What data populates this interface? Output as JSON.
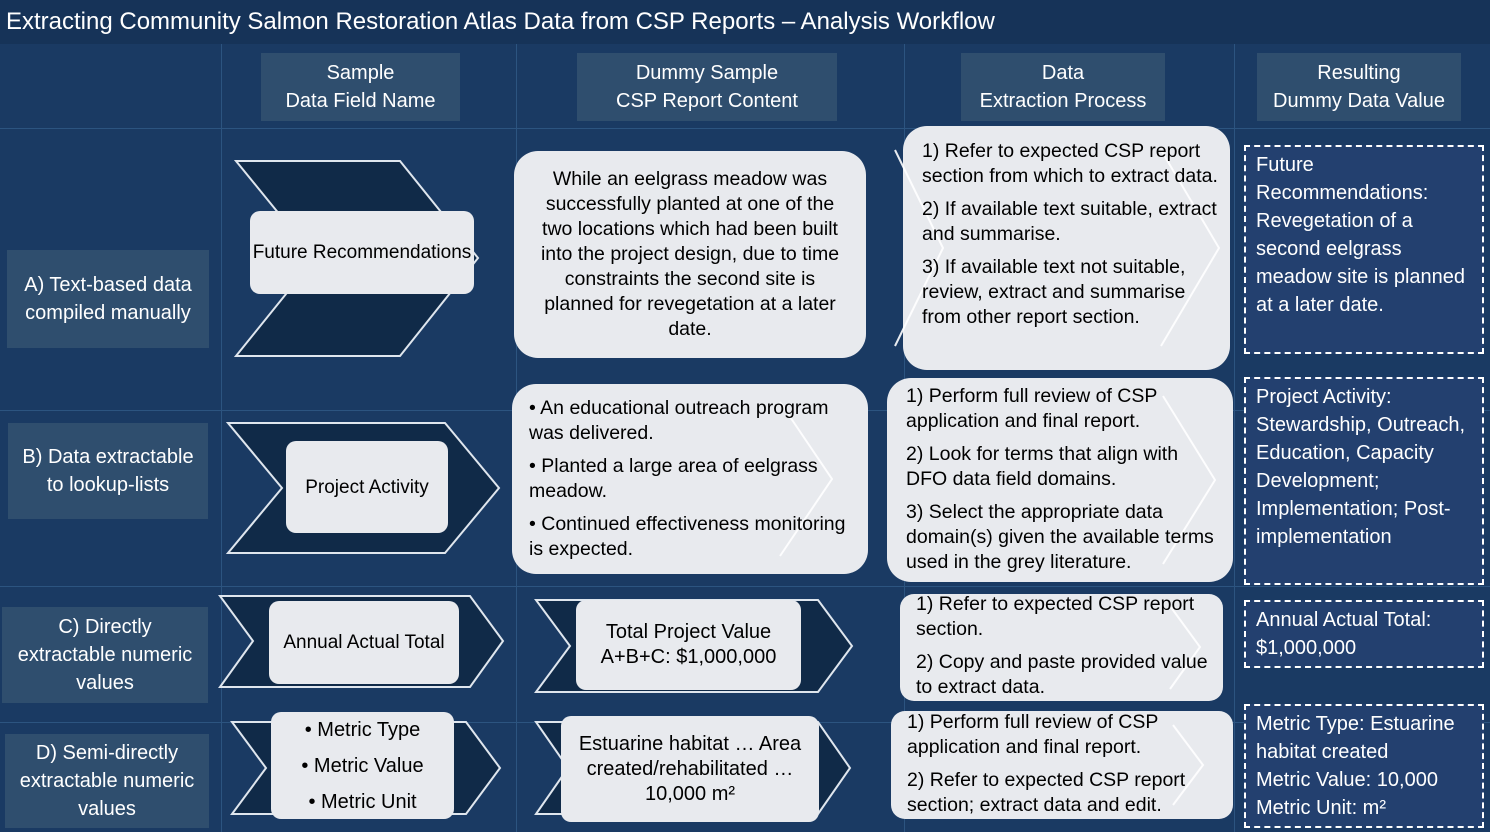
{
  "title": "Extracting Community Salmon Restoration Atlas Data from CSP Reports – Analysis Workflow",
  "headers": [
    {
      "line1": "Sample",
      "line2": "Data Field Name"
    },
    {
      "line1": "Dummy Sample",
      "line2": "CSP Report Content"
    },
    {
      "line1": "Data",
      "line2": "Extraction Process"
    },
    {
      "line1": "Resulting",
      "line2": "Dummy Data Value"
    }
  ],
  "rows": [
    {
      "label": "A) Text-based data compiled manually",
      "field": "Future Recommendations",
      "content": "While an eelgrass meadow was successfully planted at one of the two locations which had been built into the project design, due to time constraints the second site is planned for revegetation at a later date.",
      "process": [
        "1) Refer to expected CSP report section from which to extract data.",
        "2) If available text suitable, extract and summarise.",
        "3) If available text not suitable, review, extract and summarise from other report section."
      ],
      "result": "Future Recommendations: Revegetation of a second eelgrass meadow site is planned at a later date."
    },
    {
      "label": "B) Data extractable to lookup-lists",
      "field": "Project Activity",
      "content": [
        "• An educational outreach program was delivered.",
        "• Planted a large area of eelgrass meadow.",
        "• Continued effectiveness monitoring is expected."
      ],
      "process": [
        "1) Perform full review of CSP application and final report.",
        "2) Look for terms that align with DFO data field domains.",
        "3) Select the appropriate data domain(s) given the available terms used in the grey literature."
      ],
      "result": "Project Activity: Stewardship, Outreach, Education, Capacity Development; Implementation; Post-implementation"
    },
    {
      "label": "C) Directly extractable numeric values",
      "field": "Annual Actual Total",
      "content": "Total Project Value A+B+C: $1,000,000",
      "process": [
        "1) Refer to expected CSP report section.",
        "2) Copy and paste provided value to extract data."
      ],
      "result": "Annual Actual Total: $1,000,000"
    },
    {
      "label": "D) Semi-directly extractable numeric values",
      "field": [
        "• Metric Type",
        "• Metric Value",
        "• Metric Unit"
      ],
      "content": "Estuarine habitat … Area created/rehabilitated … 10,000 m²",
      "process": [
        "1) Perform full review of CSP application and final report.",
        "2) Refer to expected CSP report section; extract data and edit."
      ],
      "result": [
        "Metric Type: Estuarine habitat created",
        "Metric Value: 10,000",
        "Metric Unit: m²"
      ]
    }
  ],
  "colors": {
    "background": "#1a3a63",
    "title_bar": "#163358",
    "label_box": "#2f4e6e",
    "light_box": "#e8eaee",
    "chevron_dark": "#102a48",
    "result_box": "#23406f"
  }
}
